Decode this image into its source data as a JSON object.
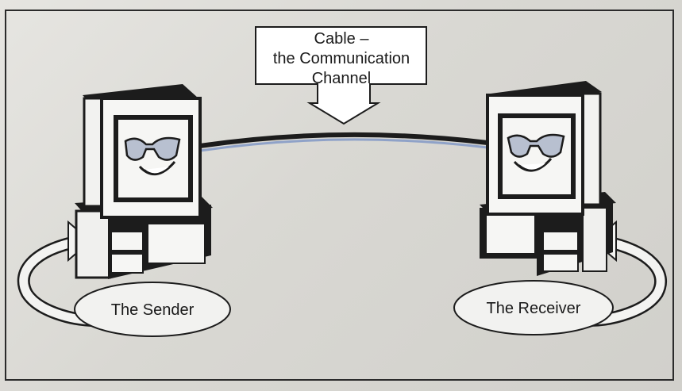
{
  "callout": {
    "line1": "Cable –",
    "line2": "the Communication",
    "line3": "Channel"
  },
  "sender": {
    "label": "The Sender"
  },
  "receiver": {
    "label": "The Receiver"
  },
  "colors": {
    "ink": "#1a1a1a",
    "paper": "#e0dfdb",
    "cable_highlight": "#8fa2c8"
  },
  "icons": [
    "computer-icon",
    "sunglasses-face-icon",
    "circular-arrow-icon",
    "down-arrow-icon"
  ]
}
